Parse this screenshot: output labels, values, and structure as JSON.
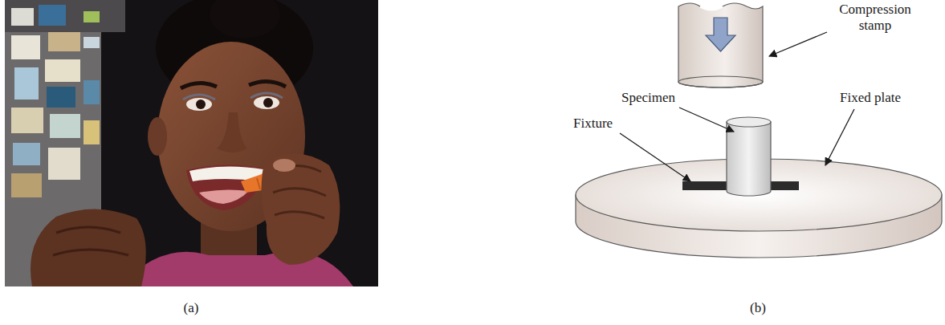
{
  "diagram": {
    "labels": [
      "Compression stamp",
      "Specimen",
      "Fixed plate",
      "Fixture",
      "(a)",
      "(b)"
    ]
  }
}
